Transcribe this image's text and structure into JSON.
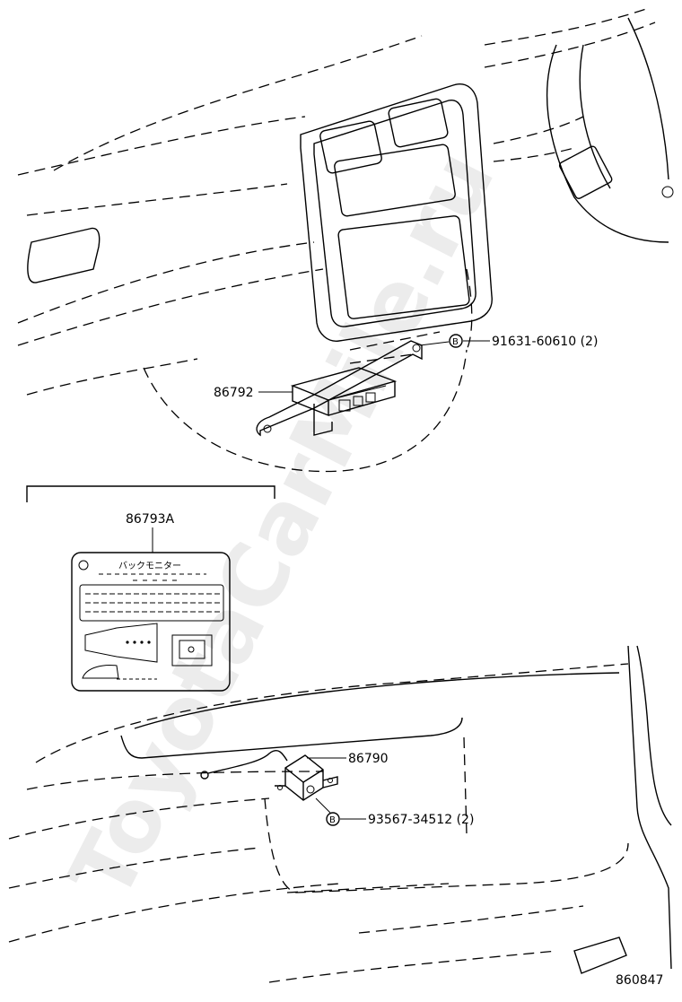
{
  "callouts": {
    "bolt_front": "91631-60610 (2)",
    "control_unit": "86792",
    "label_sticker": "86793A",
    "camera": "86790",
    "screw_rear": "93567-34512 (2)"
  },
  "bolt_marker": "B",
  "sticker_title": "バックモニター",
  "watermark": "ToyotaCarMile.ru",
  "diagram_number": "860847"
}
